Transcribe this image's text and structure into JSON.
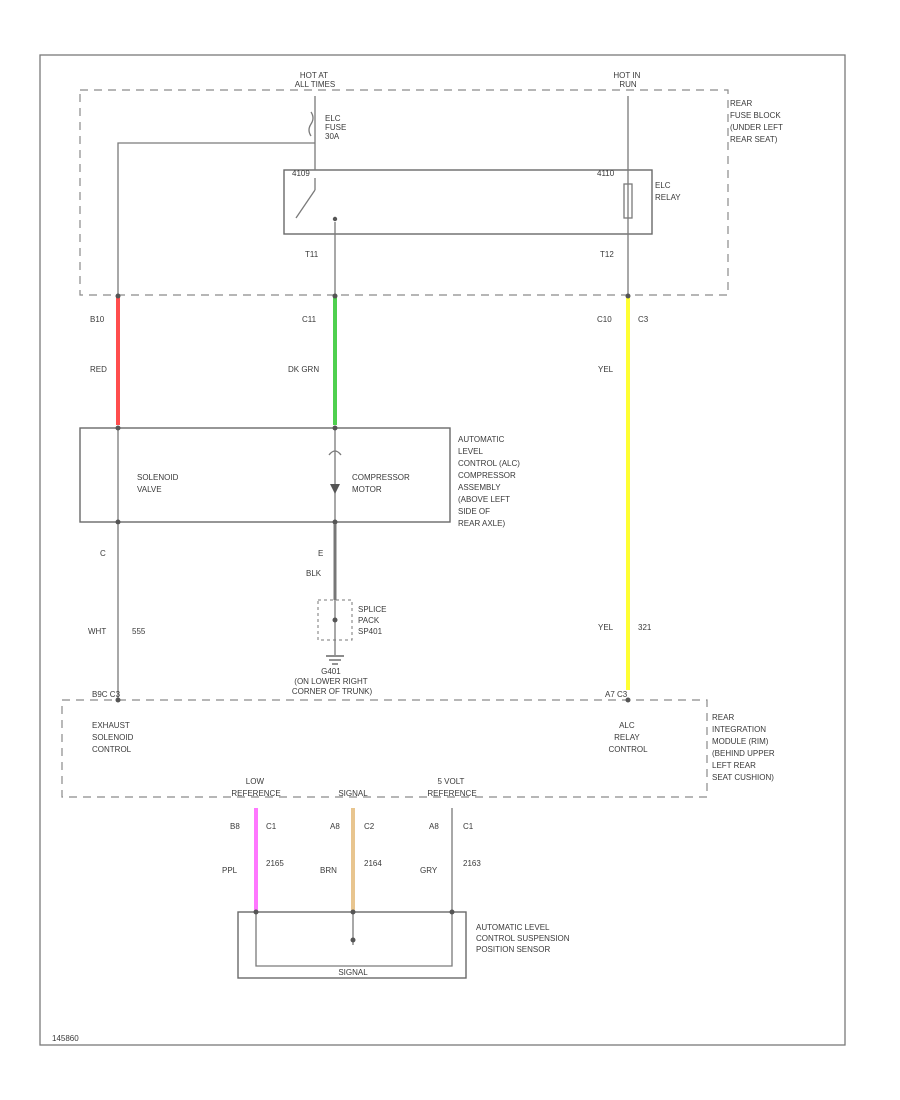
{
  "power": {
    "hot_at_all_times": [
      "HOT AT",
      "ALL TIMES"
    ],
    "hot_in_run": [
      "HOT IN",
      "RUN"
    ],
    "elc_fuse": [
      "ELC",
      "FUSE",
      "30A"
    ]
  },
  "fuse_block": {
    "label": [
      "REAR",
      "FUSE BLOCK",
      "(UNDER LEFT",
      "REAR SEAT)"
    ],
    "relay_label": [
      "ELC",
      "RELAY"
    ],
    "pin_top_left": "4109",
    "pin_top_right": "4110",
    "pin_bottom_mid": "T11",
    "pin_bottom_right": "T12"
  },
  "wires_upper": {
    "red": {
      "pin": "B10",
      "color": "RED",
      "hex": "#ff4d4d"
    },
    "green": {
      "pin": "C11",
      "color": "DK GRN",
      "hex": "#4fd04f"
    },
    "yellow": {
      "pin": "C10",
      "conn": "C3",
      "color": "YEL",
      "hex": "#ffff33"
    }
  },
  "compressor": {
    "label": [
      "AUTOMATIC",
      "LEVEL",
      "CONTROL (ALC)",
      "COMPRESSOR",
      "ASSEMBLY",
      "(ABOVE LEFT",
      "SIDE OF",
      "REAR AXLE)"
    ],
    "solenoid": [
      "SOLENOID",
      "VALVE"
    ],
    "motor": [
      "COMPRESSOR",
      "MOTOR"
    ]
  },
  "wires_mid": {
    "white": {
      "pin": "C",
      "color": "WHT",
      "circuit": "555"
    },
    "black": {
      "pin": "E",
      "color": "BLK"
    },
    "yellow2": {
      "color": "YEL",
      "circuit": "321"
    }
  },
  "ground": {
    "splice": [
      "SPLICE",
      "PACK",
      "SP401"
    ],
    "label": [
      "G401",
      "(ON LOWER RIGHT",
      "CORNER OF TRUNK)"
    ]
  },
  "rim": {
    "pin_left": "B9C C3",
    "pin_right": "A7 C3",
    "exhaust": [
      "EXHAUST",
      "SOLENOID",
      "CONTROL"
    ],
    "relay_ctrl": [
      "ALC",
      "RELAY",
      "CONTROL"
    ],
    "label": [
      "REAR",
      "INTEGRATION",
      "MODULE (RIM)",
      "(BEHIND UPPER",
      "LEFT REAR",
      "SEAT CUSHION)"
    ],
    "inputs": [
      {
        "name": [
          "LOW",
          "REFERENCE"
        ]
      },
      {
        "name": [
          "SIGNAL"
        ]
      },
      {
        "name": [
          "5 VOLT",
          "REFERENCE"
        ]
      }
    ]
  },
  "wires_lower": {
    "purple": {
      "pin": "B8",
      "conn": "C1",
      "color": "PPL",
      "circuit": "2165",
      "hex": "#ff77ff"
    },
    "brown": {
      "pin": "A8",
      "conn": "C2",
      "color": "BRN",
      "circuit": "2164",
      "hex": "#e8c58f"
    },
    "gray": {
      "pin": "A8",
      "conn": "C1",
      "color": "GRY",
      "circuit": "2163"
    }
  },
  "sensor": {
    "label": [
      "AUTOMATIC LEVEL",
      "CONTROL SUSPENSION",
      "POSITION SENSOR"
    ],
    "inner": "SIGNAL"
  },
  "footer": {
    "code": "145860"
  }
}
